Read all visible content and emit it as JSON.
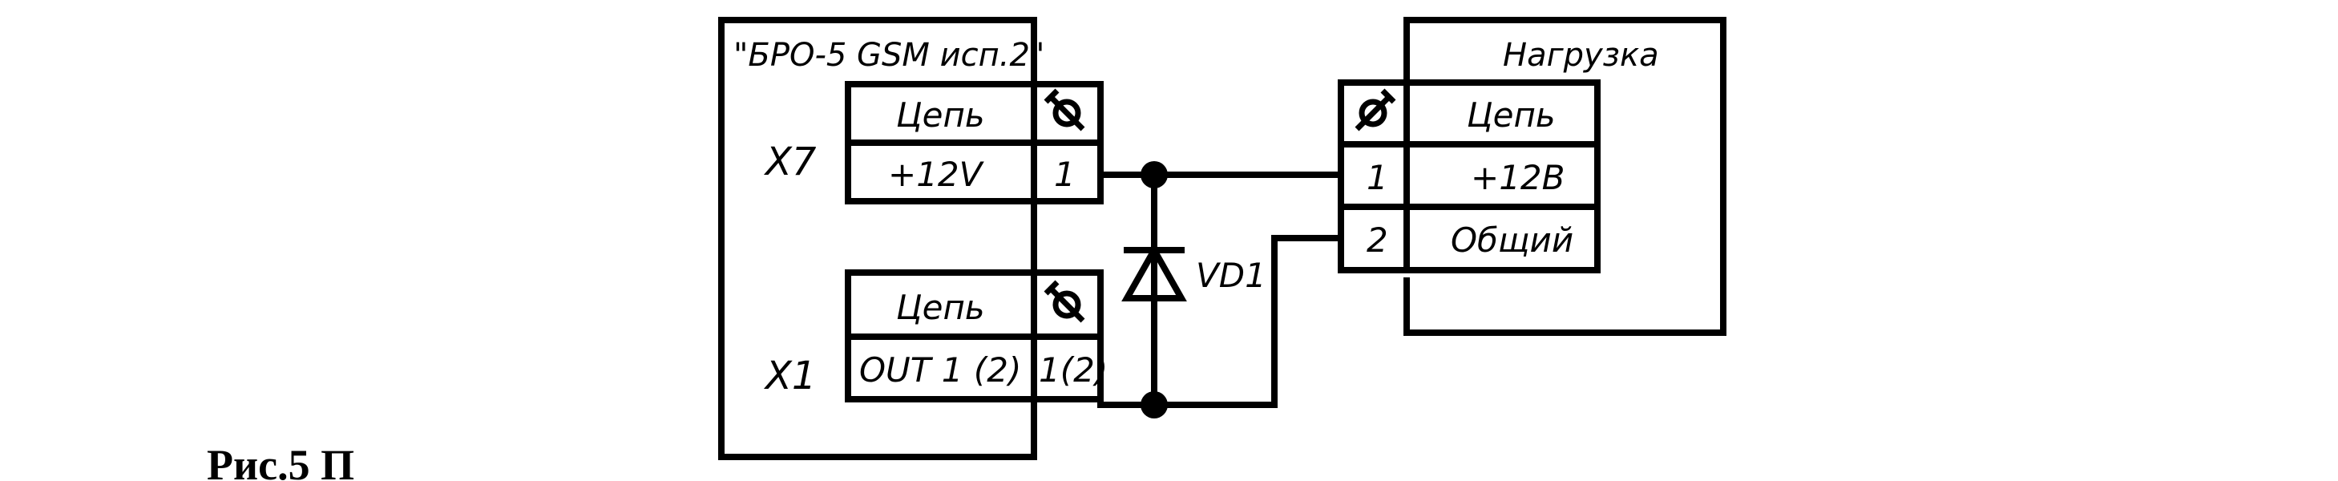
{
  "device": {
    "title": "\"БРО-5 GSM исп.2\"",
    "connector_x7": {
      "label": "X7",
      "header": "Цепь",
      "rows": [
        {
          "circuit": "+12V",
          "pin": "1"
        }
      ]
    },
    "connector_x1": {
      "label": "X1",
      "header": "Цепь",
      "rows": [
        {
          "circuit": "OUT 1 (2)",
          "pin": "1(2)"
        }
      ]
    }
  },
  "load": {
    "title": "Нагрузка",
    "header": "Цепь",
    "rows": [
      {
        "pin": "1",
        "circuit": "+12В"
      },
      {
        "pin": "2",
        "circuit": "Общий"
      }
    ]
  },
  "diode": {
    "label": "VD1"
  },
  "terminal_icon": "screw-terminal-icon",
  "caption": "Рис.5 П"
}
